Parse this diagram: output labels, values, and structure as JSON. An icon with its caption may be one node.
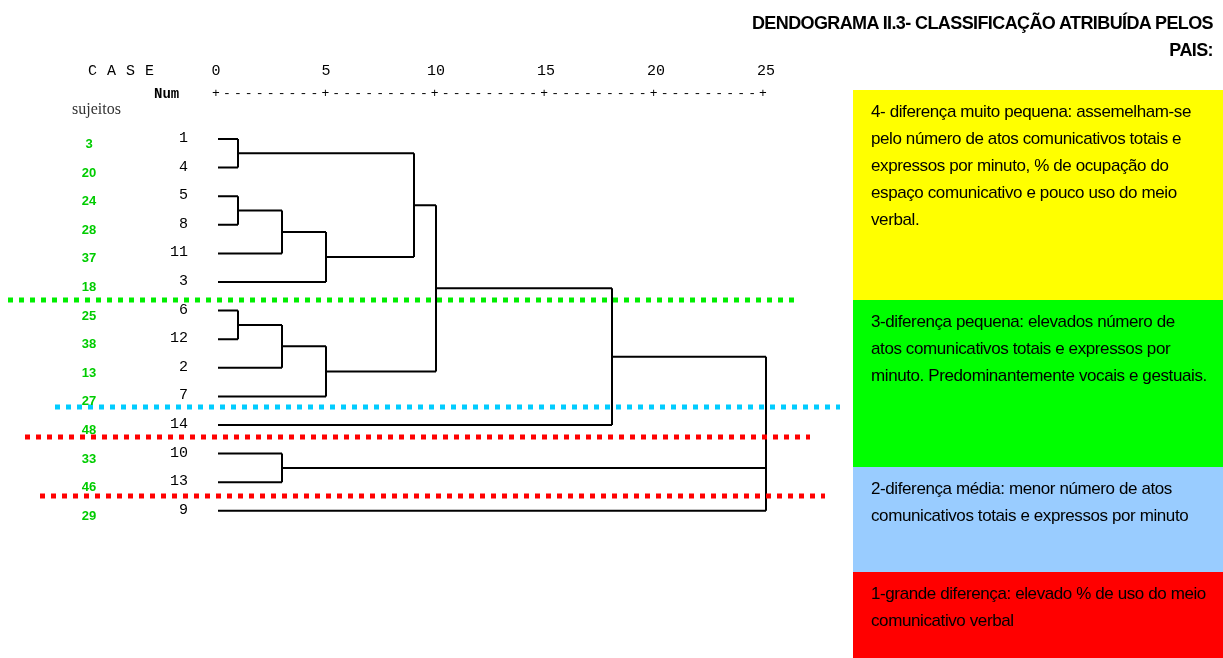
{
  "diagram": {
    "title": "DENDOGRAMA II.3- CLASSIFICAÇÃO ATRIBUÍDA PELOS PAIS:",
    "labels": [
      "C A S E",
      "0",
      "5",
      "10",
      "15",
      "20",
      "25",
      "Num",
      "+---------+---------+---------+---------+---------+",
      "sujeitos",
      "3",
      "1",
      "20",
      "4",
      "24",
      "5",
      "28",
      "8",
      "37",
      "11",
      "18",
      "3",
      "25",
      "6",
      "38",
      "12",
      "13",
      "2",
      "27",
      "7",
      "48",
      "14",
      "33",
      "10",
      "46",
      "13",
      "29",
      "9"
    ],
    "legend": [
      {
        "text": "4- diferença muito pequena: assemelham-se pelo número de atos comunicativos totais e expressos por minuto, % de ocupação do espaço comunicativo e pouco uso do meio verbal.",
        "color": "#ffff00"
      },
      {
        "text": "3-diferença pequena: elevados número de atos comunicativos totais e expressos por minuto. Predominantemente vocais e gestuais.",
        "color": "#00ff00"
      },
      {
        "text": "2-diferença média: menor número de atos comunicativos totais e expressos por minuto",
        "color": "#99ccff"
      },
      {
        "text": "1-grande diferença: elevado % de uso do meio comunicativo verbal",
        "color": "#ff0000"
      }
    ]
  }
}
